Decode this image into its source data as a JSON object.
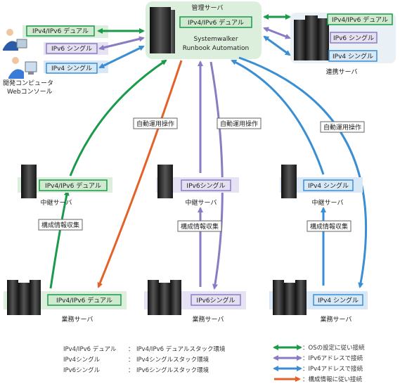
{
  "colors": {
    "dual": "#1a9a4a",
    "ipv6": "#8a7cc4",
    "ipv4": "#3a8ed4",
    "config": "#e4622a",
    "dual_bg": "#d9eed9",
    "ipv6_bg": "#e4e0f2",
    "ipv4_bg": "#d7e8f6"
  },
  "labels": {
    "dual": "IPv4/IPv6 デュアル",
    "ipv6": "IPv6 シングル",
    "ipv6_b": "IPv6シングル",
    "ipv4": "IPv4 シングル"
  },
  "management": {
    "title": "管理サーバ",
    "product_line1": "Systemwalker",
    "product_line2": "Runbook Automation"
  },
  "dev": {
    "line1": "開発コンピュータ",
    "line2": "Webコンソール"
  },
  "linked": {
    "title": "連携サーバ"
  },
  "relay_title": "中継サーバ",
  "business_title": "業務サーバ",
  "auto_op": "自動運用操作",
  "collect": "構成情報収集",
  "definitions": [
    {
      "term": "IPv4/IPv6 デュアル",
      "sep": "：",
      "desc": "IPv4/IPv6 デュアルスタック環境"
    },
    {
      "term": "IPv4シングル",
      "sep": "：",
      "desc": "IPv4シングルスタック環境"
    },
    {
      "term": "IPv6シングル",
      "sep": "：",
      "desc": "IPv6シングルスタック環境"
    }
  ],
  "legend": [
    {
      "text": "：OSの設定に従い接続",
      "color": "#1a9a4a"
    },
    {
      "text": "：IPv6アドレスで接続",
      "color": "#8a7cc4"
    },
    {
      "text": "：IPv4アドレスで接続",
      "color": "#3a8ed4"
    },
    {
      "text": "：構成情報に従い接続",
      "color": "#e4622a"
    }
  ]
}
